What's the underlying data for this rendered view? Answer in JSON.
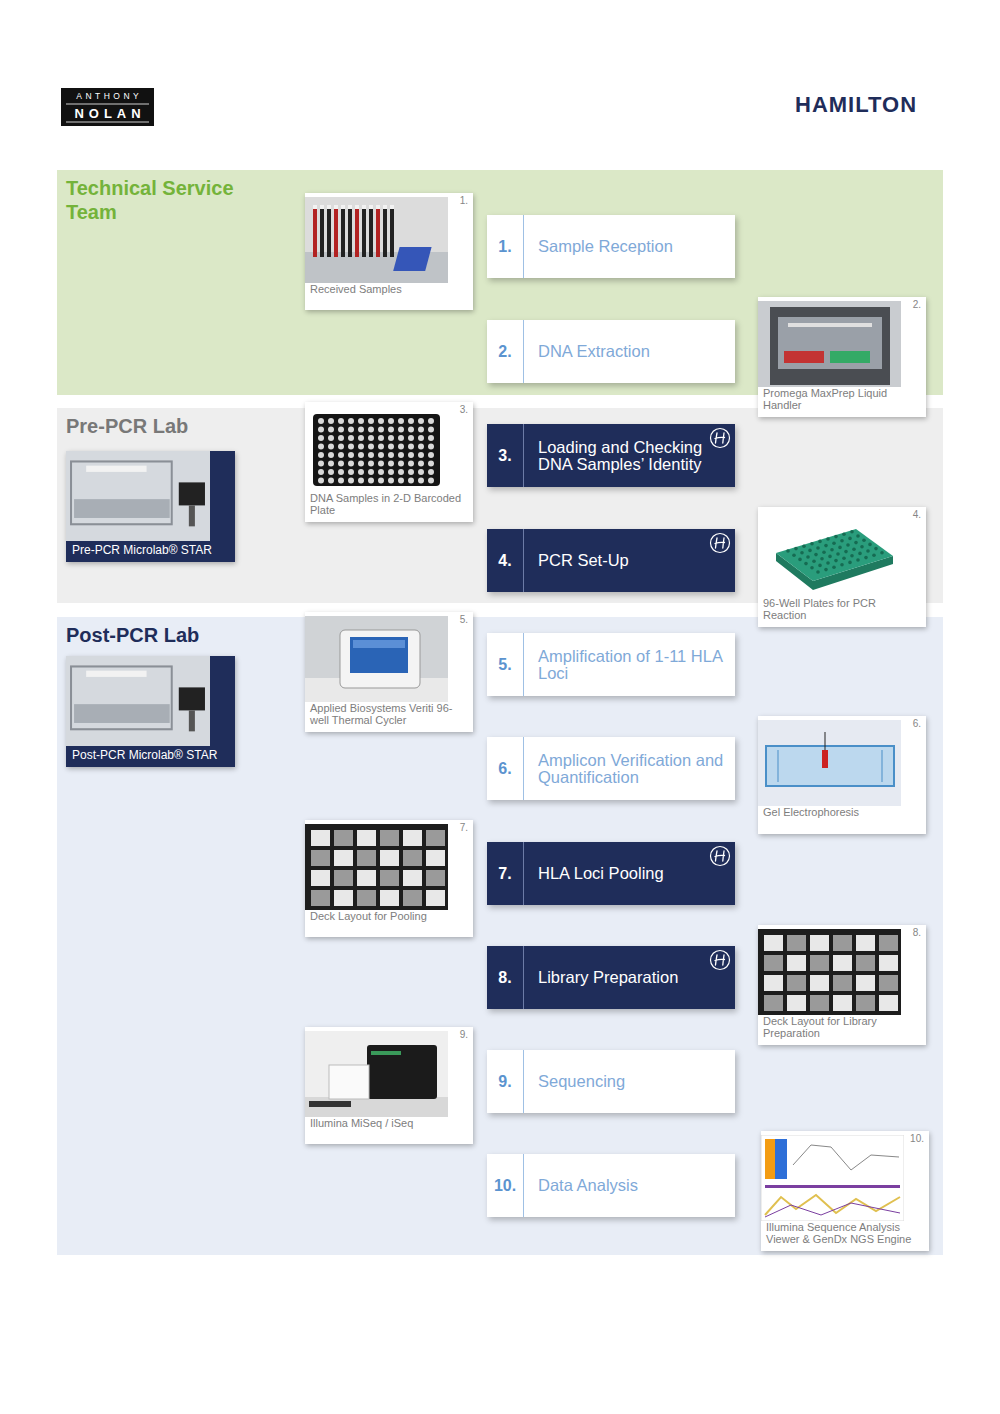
{
  "diagram": {
    "nodes": [
      {
        "text": [
          "Technical Service Team"
        ]
      },
      {
        "text": [
          "1.",
          "Received Samples"
        ],
        "in": 0
      },
      {
        "text": [
          "1.",
          "Sample Reception"
        ],
        "in": 0
      },
      {
        "text": [
          "2.",
          "DNA Extraction"
        ],
        "in": 0
      },
      {
        "text": [
          "2.",
          "Promega MaxPrep Liquid Handler"
        ],
        "in": 0
      },
      {
        "text": [
          "Pre-PCR Lab"
        ]
      },
      {
        "text": [
          "Pre-PCR Microlab® STAR"
        ],
        "in": 5
      },
      {
        "text": [
          "3.",
          "DNA Samples in 2-D Barcoded Plate"
        ],
        "in": 5
      },
      {
        "text": [
          "3.",
          "Loading and Checking DNA Samples’ Identity"
        ],
        "in": 5
      },
      {
        "text": [
          "4.",
          "PCR Set-Up"
        ],
        "in": 5
      },
      {
        "text": [
          "4.",
          "96-Well Plates for PCR Reaction"
        ],
        "in": 5
      },
      {
        "text": [
          "Post-PCR Lab"
        ]
      },
      {
        "text": [
          "Post-PCR Microlab® STAR"
        ],
        "in": 11
      },
      {
        "text": [
          "5.",
          "Applied Biosystems Veriti 96-well Thermal Cycler"
        ],
        "in": 11
      },
      {
        "text": [
          "5.",
          "Amplification of 1-11 HLA Loci"
        ],
        "in": 11
      },
      {
        "text": [
          "6.",
          "Amplicon Verification and Quantification"
        ],
        "in": 11
      },
      {
        "text": [
          "6.",
          "Gel Electrophoresis"
        ],
        "in": 11
      },
      {
        "text": [
          "7.",
          "Deck Layout for Pooling"
        ],
        "in": 11
      },
      {
        "text": [
          "7.",
          "HLA Loci Pooling"
        ],
        "in": 11
      },
      {
        "text": [
          "8.",
          "Library Preparation"
        ],
        "in": 11
      },
      {
        "text": [
          "8.",
          "Deck Layout for Library Preparation"
        ],
        "in": 11
      },
      {
        "text": [
          "9.",
          "Illumina MiSeq / iSeq"
        ],
        "in": 11
      },
      {
        "text": [
          "9.",
          "Sequencing"
        ],
        "in": 11
      },
      {
        "text": [
          "10.",
          "Data Analysis"
        ],
        "in": 11
      },
      {
        "text": [
          "10.",
          "Illumina Sequence Analysis Viewer & GenDx NGS Engine"
        ],
        "in": 11
      }
    ],
    "labels": [
      "ANTHONY",
      "NOLAN",
      "HAMILTON"
    ]
  }
}
